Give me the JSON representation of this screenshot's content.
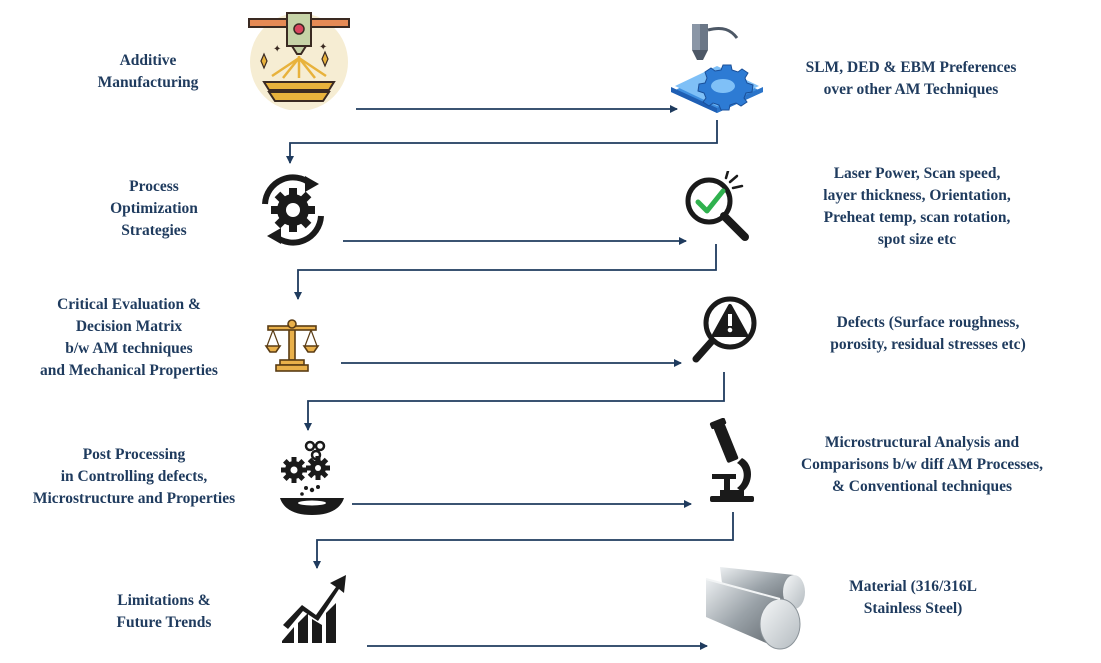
{
  "steps": [
    {
      "lines": [
        "Additive",
        "Manufacturing"
      ],
      "icon": "laser-printer-icon"
    },
    {
      "lines": [
        "SLM, DED & EBM Preferences",
        "over other AM Techniques"
      ],
      "icon": "3d-printer-gear-icon"
    },
    {
      "lines": [
        "Process",
        "Optimization",
        "Strategies"
      ],
      "icon": "gear-cycle-icon"
    },
    {
      "lines": [
        "Laser Power, Scan speed,",
        "layer thickness, Orientation,",
        "Preheat temp, scan rotation,",
        "spot size etc"
      ],
      "icon": "magnifier-check-icon"
    },
    {
      "lines": [
        "Critical Evaluation &",
        "Decision  Matrix",
        "b/w AM techniques",
        "and Mechanical Properties"
      ],
      "icon": "balance-scale-icon"
    },
    {
      "lines": [
        "Defects (Surface roughness,",
        "porosity, residual stresses etc)"
      ],
      "icon": "magnifier-warning-icon"
    },
    {
      "lines": [
        "Post Processing",
        "in Controlling defects,",
        "Microstructure and Properties"
      ],
      "icon": "gears-bowl-icon"
    },
    {
      "lines": [
        "Microstructural Analysis and",
        "Comparisons b/w diff AM Processes,",
        "& Conventional techniques"
      ],
      "icon": "microscope-icon"
    },
    {
      "lines": [
        "Limitations &",
        "Future Trends"
      ],
      "icon": "growth-chart-icon"
    },
    {
      "lines": [
        "Material (316/316L",
        "Stainless Steel)"
      ],
      "icon": "steel-bars-icon"
    }
  ],
  "colors": {
    "text": "#1f3b5e",
    "arrow": "#1f3b5e",
    "accent": "#2f6fd6"
  }
}
